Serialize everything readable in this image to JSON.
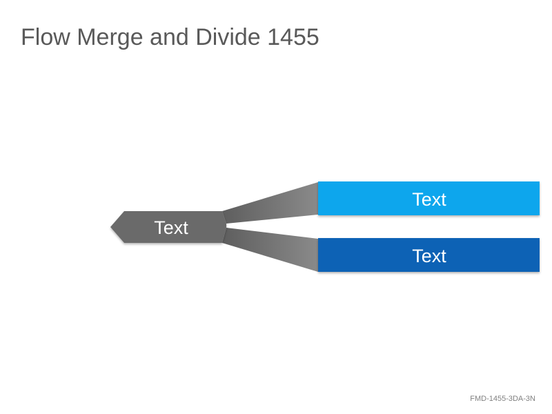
{
  "slide": {
    "title": "Flow Merge and Divide 1455",
    "footer_code": "FMD-1455-3DA-3N"
  },
  "diagram": {
    "source": {
      "label": "Text",
      "color": "#6b6b6b"
    },
    "outputs": [
      {
        "label": "Text",
        "color": "#0ba6ed"
      },
      {
        "label": "Text",
        "color": "#0862b5"
      }
    ]
  }
}
